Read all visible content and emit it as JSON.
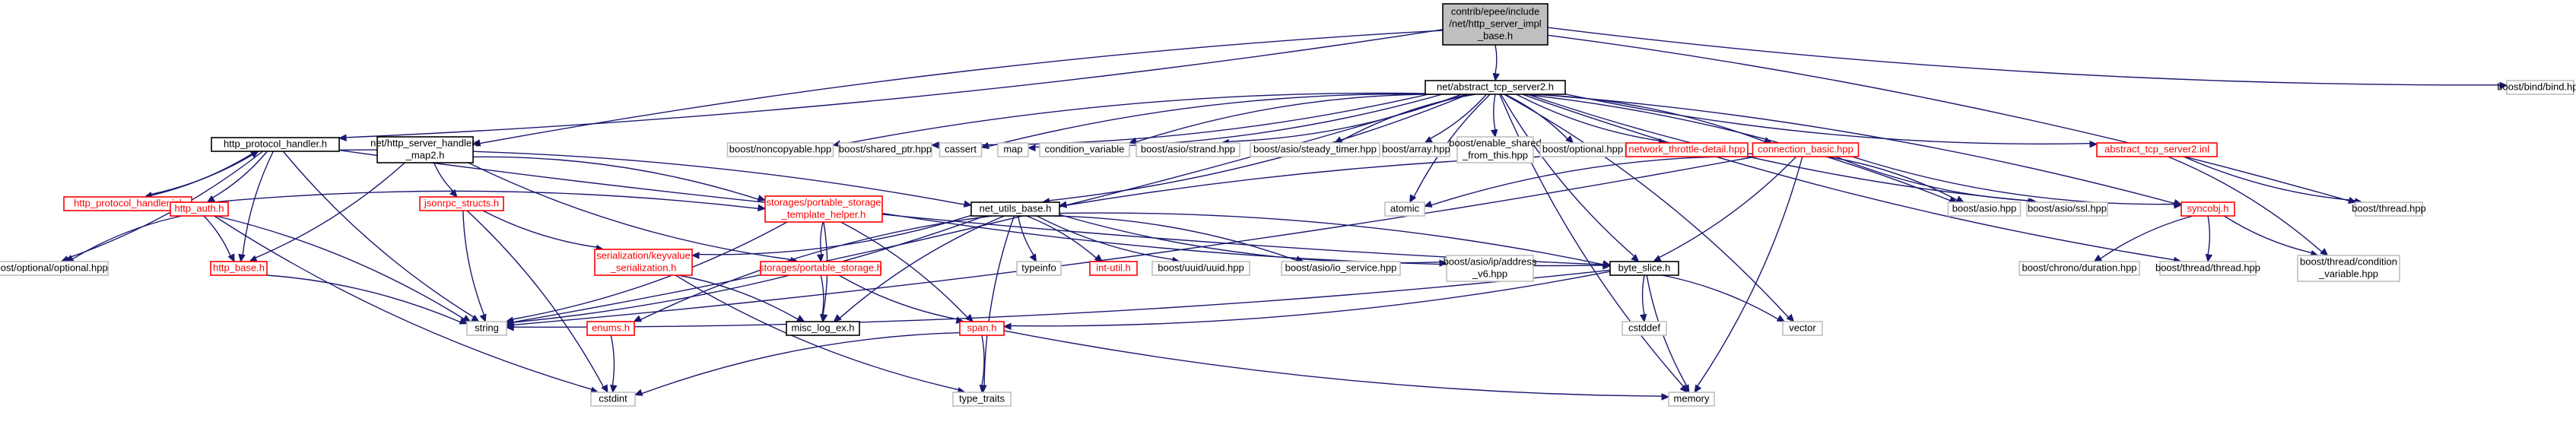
{
  "diagram": {
    "title": "",
    "colors": {
      "edge": "#191970",
      "root_fill": "#bfbfbf",
      "normal_border": "#000000",
      "red_border": "#ff0000",
      "external_border": "#bfbfbf",
      "text": "#000000",
      "red_text": "#ff0000"
    },
    "nodes": [
      {
        "id": "root",
        "lines": [
          "contrib/epee/include",
          "/net/http_server_impl",
          "_base.h"
        ],
        "style": "root"
      },
      {
        "id": "abstract_tcp",
        "lines": [
          "net/abstract_tcp_server2.h"
        ],
        "style": "normal"
      },
      {
        "id": "boost_bind",
        "lines": [
          "boost/bind/bind.hpp"
        ],
        "style": "external"
      },
      {
        "id": "http_protocol_handler",
        "lines": [
          "http_protocol_handler.h"
        ],
        "style": "normal"
      },
      {
        "id": "http_server_handlers_map2",
        "lines": [
          "net/http_server_handlers",
          "_map2.h"
        ],
        "style": "normal"
      },
      {
        "id": "boost_noncopyable",
        "lines": [
          "boost/noncopyable.hpp"
        ],
        "style": "external"
      },
      {
        "id": "boost_shared_ptr",
        "lines": [
          "boost/shared_ptr.hpp"
        ],
        "style": "external"
      },
      {
        "id": "cassert",
        "lines": [
          "cassert"
        ],
        "style": "external"
      },
      {
        "id": "map",
        "lines": [
          "map"
        ],
        "style": "external"
      },
      {
        "id": "condition_variable",
        "lines": [
          "condition_variable"
        ],
        "style": "external"
      },
      {
        "id": "boost_asio_strand",
        "lines": [
          "boost/asio/strand.hpp"
        ],
        "style": "external"
      },
      {
        "id": "boost_asio_steady_timer",
        "lines": [
          "boost/asio/steady_timer.hpp"
        ],
        "style": "external"
      },
      {
        "id": "boost_array",
        "lines": [
          "boost/array.hpp"
        ],
        "style": "external"
      },
      {
        "id": "boost_enable_shared",
        "lines": [
          "boost/enable_shared",
          "_from_this.hpp"
        ],
        "style": "external"
      },
      {
        "id": "boost_optional",
        "lines": [
          "boost/optional.hpp"
        ],
        "style": "external"
      },
      {
        "id": "network_throttle",
        "lines": [
          "network_throttle-detail.hpp"
        ],
        "style": "red"
      },
      {
        "id": "connection_basic",
        "lines": [
          "connection_basic.hpp"
        ],
        "style": "red"
      },
      {
        "id": "abstract_tcp_inl",
        "lines": [
          "abstract_tcp_server2.inl"
        ],
        "style": "red"
      },
      {
        "id": "http_protocol_handler_inl",
        "lines": [
          "http_protocol_handler.inl"
        ],
        "style": "red"
      },
      {
        "id": "jsonrpc_structs",
        "lines": [
          "jsonrpc_structs.h"
        ],
        "style": "red"
      },
      {
        "id": "storages_portable_storage_template",
        "lines": [
          "storages/portable_storage",
          "_template_helper.h"
        ],
        "style": "red"
      },
      {
        "id": "net_utils_base",
        "lines": [
          "net_utils_base.h"
        ],
        "style": "normal"
      },
      {
        "id": "atomic",
        "lines": [
          "atomic"
        ],
        "style": "external"
      },
      {
        "id": "boost_asio",
        "lines": [
          "boost/asio.hpp"
        ],
        "style": "external"
      },
      {
        "id": "boost_asio_ssl",
        "lines": [
          "boost/asio/ssl.hpp"
        ],
        "style": "external"
      },
      {
        "id": "syncobj",
        "lines": [
          "syncobj.h"
        ],
        "style": "red"
      },
      {
        "id": "boost_thread",
        "lines": [
          "boost/thread.hpp"
        ],
        "style": "external"
      },
      {
        "id": "http_auth",
        "lines": [
          "http_auth.h"
        ],
        "style": "red"
      },
      {
        "id": "boost_optional_optional",
        "lines": [
          "boost/optional/optional.hpp"
        ],
        "style": "external"
      },
      {
        "id": "http_base",
        "lines": [
          "http_base.h"
        ],
        "style": "red"
      },
      {
        "id": "serialization_keyvalue",
        "lines": [
          "serialization/keyvalue",
          "_serialization.h"
        ],
        "style": "red"
      },
      {
        "id": "storages_portable_storage",
        "lines": [
          "storages/portable_storage.h"
        ],
        "style": "red"
      },
      {
        "id": "typeinfo",
        "lines": [
          "typeinfo"
        ],
        "style": "external"
      },
      {
        "id": "int_util",
        "lines": [
          "int-util.h"
        ],
        "style": "red"
      },
      {
        "id": "boost_uuid",
        "lines": [
          "boost/uuid/uuid.hpp"
        ],
        "style": "external"
      },
      {
        "id": "boost_asio_io_service",
        "lines": [
          "boost/asio/io_service.hpp"
        ],
        "style": "external"
      },
      {
        "id": "boost_asio_ip_address_v6",
        "lines": [
          "boost/asio/ip/address",
          "_v6.hpp"
        ],
        "style": "external"
      },
      {
        "id": "byte_slice",
        "lines": [
          "byte_slice.h"
        ],
        "style": "normal"
      },
      {
        "id": "boost_chrono_duration",
        "lines": [
          "boost/chrono/duration.hpp"
        ],
        "style": "external"
      },
      {
        "id": "boost_thread_thread",
        "lines": [
          "boost/thread/thread.hpp"
        ],
        "style": "external"
      },
      {
        "id": "boost_thread_condition",
        "lines": [
          "boost/thread/condition",
          "_variable.hpp"
        ],
        "style": "external"
      },
      {
        "id": "string",
        "lines": [
          "string"
        ],
        "style": "external"
      },
      {
        "id": "enums",
        "lines": [
          "enums.h"
        ],
        "style": "red"
      },
      {
        "id": "misc_log_ex",
        "lines": [
          "misc_log_ex.h"
        ],
        "style": "normal"
      },
      {
        "id": "span",
        "lines": [
          "span.h"
        ],
        "style": "red"
      },
      {
        "id": "cstddef",
        "lines": [
          "cstddef"
        ],
        "style": "external"
      },
      {
        "id": "vector",
        "lines": [
          "vector"
        ],
        "style": "external"
      },
      {
        "id": "cstdint",
        "lines": [
          "cstdint"
        ],
        "style": "external"
      },
      {
        "id": "type_traits",
        "lines": [
          "type_traits"
        ],
        "style": "external"
      },
      {
        "id": "memory",
        "lines": [
          "memory"
        ],
        "style": "external"
      }
    ],
    "edges": [
      [
        "root",
        "abstract_tcp"
      ],
      [
        "root",
        "boost_bind"
      ],
      [
        "root",
        "http_protocol_handler"
      ],
      [
        "root",
        "http_server_handlers_map2"
      ],
      [
        "root",
        "boost_thread"
      ],
      [
        "abstract_tcp",
        "boost_noncopyable"
      ],
      [
        "abstract_tcp",
        "boost_shared_ptr"
      ],
      [
        "abstract_tcp",
        "cassert"
      ],
      [
        "abstract_tcp",
        "map"
      ],
      [
        "abstract_tcp",
        "condition_variable"
      ],
      [
        "abstract_tcp",
        "boost_asio_strand"
      ],
      [
        "abstract_tcp",
        "boost_asio_steady_timer"
      ],
      [
        "abstract_tcp",
        "boost_array"
      ],
      [
        "abstract_tcp",
        "boost_enable_shared"
      ],
      [
        "abstract_tcp",
        "boost_optional"
      ],
      [
        "abstract_tcp",
        "network_throttle"
      ],
      [
        "abstract_tcp",
        "connection_basic"
      ],
      [
        "abstract_tcp",
        "abstract_tcp_inl"
      ],
      [
        "abstract_tcp",
        "string"
      ],
      [
        "abstract_tcp",
        "atomic"
      ],
      [
        "abstract_tcp",
        "boost_asio"
      ],
      [
        "abstract_tcp",
        "boost_asio_ssl"
      ],
      [
        "abstract_tcp",
        "syncobj"
      ],
      [
        "abstract_tcp",
        "boost_thread_thread"
      ],
      [
        "abstract_tcp",
        "vector"
      ],
      [
        "abstract_tcp",
        "memory"
      ],
      [
        "abstract_tcp",
        "net_utils_base"
      ],
      [
        "abstract_tcp",
        "byte_slice"
      ],
      [
        "http_protocol_handler",
        "http_protocol_handler_inl"
      ],
      [
        "http_protocol_handler_inl",
        "http_protocol_handler"
      ],
      [
        "http_protocol_handler",
        "http_auth"
      ],
      [
        "http_protocol_handler",
        "http_base"
      ],
      [
        "http_protocol_handler",
        "boost_optional_optional"
      ],
      [
        "http_protocol_handler",
        "string"
      ],
      [
        "http_protocol_handler",
        "net_utils_base"
      ],
      [
        "http_protocol_handler",
        "byte_slice"
      ],
      [
        "http_server_handlers_map2",
        "http_base"
      ],
      [
        "http_server_handlers_map2",
        "jsonrpc_structs"
      ],
      [
        "http_server_handlers_map2",
        "storages_portable_storage_template"
      ],
      [
        "http_server_handlers_map2",
        "storages_portable_storage"
      ],
      [
        "http_protocol_handler_inl",
        "storages_portable_storage_template"
      ],
      [
        "connection_basic",
        "net_utils_base"
      ],
      [
        "connection_basic",
        "string"
      ],
      [
        "connection_basic",
        "atomic"
      ],
      [
        "connection_basic",
        "boost_asio"
      ],
      [
        "connection_basic",
        "boost_asio_ssl"
      ],
      [
        "connection_basic",
        "memory"
      ],
      [
        "connection_basic",
        "syncobj"
      ],
      [
        "connection_basic",
        "byte_slice"
      ],
      [
        "abstract_tcp_inl",
        "boost_thread"
      ],
      [
        "abstract_tcp_inl",
        "boost_thread_condition"
      ],
      [
        "syncobj",
        "boost_chrono_duration"
      ],
      [
        "syncobj",
        "boost_thread_thread"
      ],
      [
        "syncobj",
        "boost_thread_condition"
      ],
      [
        "http_auth",
        "http_base"
      ],
      [
        "http_auth",
        "boost_optional_optional"
      ],
      [
        "http_auth",
        "string"
      ],
      [
        "http_auth",
        "cstdint"
      ],
      [
        "http_base",
        "string"
      ],
      [
        "jsonrpc_structs",
        "string"
      ],
      [
        "jsonrpc_structs",
        "cstdint"
      ],
      [
        "jsonrpc_structs",
        "serialization_keyvalue"
      ],
      [
        "storages_portable_storage_template",
        "string"
      ],
      [
        "storages_portable_storage_template",
        "storages_portable_storage"
      ],
      [
        "storages_portable_storage_template",
        "span"
      ],
      [
        "storages_portable_storage_template",
        "byte_slice"
      ],
      [
        "storages_portable_storage_template",
        "misc_log_ex"
      ],
      [
        "net_utils_base",
        "enums"
      ],
      [
        "net_utils_base",
        "serialization_keyvalue"
      ],
      [
        "net_utils_base",
        "typeinfo"
      ],
      [
        "net_utils_base",
        "int_util"
      ],
      [
        "net_utils_base",
        "boost_uuid"
      ],
      [
        "net_utils_base",
        "boost_asio_io_service"
      ],
      [
        "net_utils_base",
        "boost_asio_ip_address_v6"
      ],
      [
        "net_utils_base",
        "byte_slice"
      ],
      [
        "net_utils_base",
        "misc_log_ex"
      ],
      [
        "net_utils_base",
        "string"
      ],
      [
        "net_utils_base",
        "type_traits"
      ],
      [
        "serialization_keyvalue",
        "misc_log_ex"
      ],
      [
        "serialization_keyvalue",
        "type_traits"
      ],
      [
        "storages_portable_storage",
        "misc_log_ex"
      ],
      [
        "storages_portable_storage",
        "span"
      ],
      [
        "enums",
        "cstdint"
      ],
      [
        "span",
        "cstdint"
      ],
      [
        "span",
        "type_traits"
      ],
      [
        "span",
        "memory"
      ],
      [
        "byte_slice",
        "string"
      ],
      [
        "byte_slice",
        "cstddef"
      ],
      [
        "byte_slice",
        "vector"
      ],
      [
        "byte_slice",
        "memory"
      ],
      [
        "byte_slice",
        "span"
      ]
    ]
  }
}
